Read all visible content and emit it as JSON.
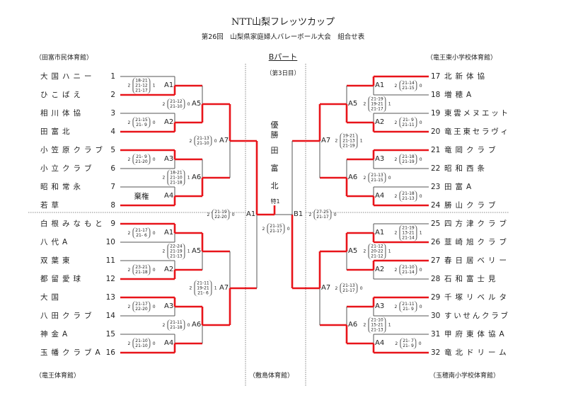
{
  "header": {
    "title": "NTT山梨フレッツカップ",
    "subtitle": "第26回　山梨県家庭婦人バレーボール大会　組合せ表",
    "part": "Bパート",
    "day": "（第3日目）"
  },
  "venues": {
    "top_left": "（田富市民体育館）",
    "top_right": "（竜王東小学校体育館）",
    "bottom_left": "（竜王体育館）",
    "bottom_center": "（敷島体育館）",
    "bottom_right": "（玉穂南小学校体育館）"
  },
  "champion": {
    "label_1": "優",
    "label_2": "勝",
    "name_chars": [
      "田",
      "富",
      "北"
    ],
    "seed": "特1"
  },
  "colors": {
    "winner_line": "#e8141a",
    "line": "#555555"
  },
  "quarters": [
    {
      "side": "left",
      "teams": [
        {
          "num": "1",
          "name": "大国ハニー"
        },
        {
          "num": "2",
          "name": "ひこばえ"
        },
        {
          "num": "3",
          "name": "相川体協"
        },
        {
          "num": "4",
          "name": "田富北"
        },
        {
          "num": "5",
          "name": "小笠原クラブ"
        },
        {
          "num": "6",
          "name": "小立クラブ"
        },
        {
          "num": "7",
          "name": "昭和常永"
        },
        {
          "num": "8",
          "name": "若草"
        }
      ],
      "matches": {
        "A1": {
          "label": "A1",
          "winner": "bottom",
          "won": "2",
          "lost": "1",
          "sets": [
            "18-21",
            "21-12",
            "21-17"
          ]
        },
        "A2": {
          "label": "A2",
          "winner": "bottom",
          "won": "2",
          "lost": "0",
          "sets": [
            "21-15",
            "21- 9"
          ]
        },
        "A3": {
          "label": "A3",
          "winner": "top",
          "won": "2",
          "lost": "0",
          "sets": [
            "21- 9",
            "21-20"
          ]
        },
        "A4": {
          "label": "A4",
          "winner": "bottom",
          "text": "棄権"
        },
        "A5": {
          "label": "A5",
          "winner": "bottom",
          "won": "2",
          "lost": "0",
          "sets": [
            "21-12",
            "21-10"
          ]
        },
        "A6": {
          "label": "A6",
          "winner": "bottom",
          "won": "2",
          "lost": "1",
          "sets": [
            "18-21",
            "21-10",
            "21-18"
          ]
        },
        "A7": {
          "label": "A7",
          "winner": "top",
          "won": "2",
          "lost": "0",
          "sets": [
            "21-13",
            "21-10"
          ]
        }
      }
    },
    {
      "side": "left",
      "teams": [
        {
          "num": "9",
          "name": "白根みなもと"
        },
        {
          "num": "10",
          "name": "八代A"
        },
        {
          "num": "11",
          "name": "双葉東"
        },
        {
          "num": "12",
          "name": "都留愛球"
        },
        {
          "num": "13",
          "name": "大国"
        },
        {
          "num": "14",
          "name": "八田クラブ"
        },
        {
          "num": "15",
          "name": "神金A"
        },
        {
          "num": "16",
          "name": "玉幡クラブA"
        }
      ],
      "matches": {
        "A1": {
          "label": "A1",
          "winner": "top",
          "won": "2",
          "lost": "0",
          "sets": [
            "21-17",
            "21- 6"
          ]
        },
        "A2": {
          "label": "A2",
          "winner": "bottom",
          "won": "2",
          "lost": "0",
          "sets": [
            "23-21",
            "21-18"
          ]
        },
        "A3": {
          "label": "A3",
          "winner": "top",
          "won": "2",
          "lost": "0",
          "sets": [
            "21-17",
            "22-20"
          ]
        },
        "A4": {
          "label": "A4",
          "winner": "bottom",
          "won": "2",
          "lost": "0",
          "sets": [
            "21-10",
            "21-10"
          ]
        },
        "A5": {
          "label": "A5",
          "winner": "top",
          "won": "2",
          "lost": "1",
          "sets": [
            "22-24",
            "21-19",
            "21-13"
          ]
        },
        "A6": {
          "label": "A6",
          "winner": "top",
          "won": "2",
          "lost": "0",
          "sets": [
            "21-11",
            "21-18"
          ]
        },
        "A7": {
          "label": "A7",
          "winner": "bottom",
          "won": "2",
          "lost": "1",
          "sets": [
            "21-11",
            "19-21",
            "21- 6"
          ]
        }
      }
    },
    {
      "side": "right",
      "teams": [
        {
          "num": "17",
          "name": "北新体協"
        },
        {
          "num": "18",
          "name": "増穂A"
        },
        {
          "num": "19",
          "name": "東雲メヌエット"
        },
        {
          "num": "20",
          "name": "竜王東セラヴィ"
        },
        {
          "num": "21",
          "name": "竜岡クラブ"
        },
        {
          "num": "22",
          "name": "昭和西条"
        },
        {
          "num": "23",
          "name": "田富A"
        },
        {
          "num": "24",
          "name": "勝山クラブ"
        }
      ],
      "matches": {
        "A1": {
          "label": "A1",
          "winner": "top",
          "won": "2",
          "lost": "0",
          "sets": [
            "21-14",
            "21-15"
          ]
        },
        "A2": {
          "label": "A2",
          "winner": "bottom",
          "won": "2",
          "lost": "0",
          "sets": [
            "21- 9",
            "21-11"
          ]
        },
        "A3": {
          "label": "A3",
          "winner": "top",
          "won": "2",
          "lost": "0",
          "sets": [
            "21-18",
            "21-19"
          ]
        },
        "A4": {
          "label": "A4",
          "winner": "bottom",
          "won": "2",
          "lost": "0",
          "sets": [
            "21-18",
            "21-13"
          ]
        },
        "A5": {
          "label": "A5",
          "winner": "bottom",
          "won": "2",
          "lost": "1",
          "sets": [
            "21-19",
            "19-21",
            "21-17"
          ]
        },
        "A6": {
          "label": "A6",
          "winner": "bottom",
          "won": "2",
          "lost": "0",
          "sets": [
            "21-13",
            "21-15"
          ]
        },
        "A7": {
          "label": "A7",
          "winner": "top",
          "won": "2",
          "lost": "1",
          "sets": [
            "19-21",
            "21-13",
            "21-19"
          ]
        }
      }
    },
    {
      "side": "right",
      "teams": [
        {
          "num": "25",
          "name": "四方津クラブ"
        },
        {
          "num": "26",
          "name": "韮崎旭クラブ"
        },
        {
          "num": "27",
          "name": "春日居ベリー"
        },
        {
          "num": "28",
          "name": "石和富士見"
        },
        {
          "num": "29",
          "name": "千塚リベルタ"
        },
        {
          "num": "30",
          "name": "すいせんクラブ"
        },
        {
          "num": "31",
          "name": "甲府東体協A"
        },
        {
          "num": "32",
          "name": "竜北ドリーム"
        }
      ],
      "matches": {
        "A1": {
          "label": "A1",
          "winner": "bottom",
          "won": "2",
          "lost": "1",
          "sets": [
            "21-19",
            "13-21",
            "21-14"
          ]
        },
        "A2": {
          "label": "A2",
          "winner": "top",
          "won": "2",
          "lost": "0",
          "sets": [
            "21-10",
            "21-14"
          ]
        },
        "A3": {
          "label": "A3",
          "winner": "top",
          "won": "2",
          "lost": "0",
          "sets": [
            "21-11",
            "21- 9"
          ]
        },
        "A4": {
          "label": "A4",
          "winner": "bottom",
          "won": "2",
          "lost": "0",
          "sets": [
            "21- 7",
            "21- 9"
          ]
        },
        "A5": {
          "label": "A5",
          "winner": "top",
          "won": "2",
          "lost": "1",
          "sets": [
            "21-12",
            "20-22",
            "21-12"
          ]
        },
        "A6": {
          "label": "A6",
          "winner": "bottom",
          "won": "2",
          "lost": "1",
          "sets": [
            "21-10",
            "15-21",
            "21-13"
          ]
        },
        "A7": {
          "label": "A7",
          "winner": "top",
          "won": "2",
          "lost": "0",
          "sets": [
            "21-13",
            "21-17"
          ]
        }
      }
    }
  ],
  "semis": {
    "left": {
      "label": "A1",
      "winner": "top",
      "won": "2",
      "lost": "0",
      "sets": [
        "21-19",
        "22-20"
      ]
    },
    "right": {
      "label": "B1",
      "winner": "bottom",
      "won": "2",
      "lost": "0",
      "sets": [
        "27-25",
        "21-17"
      ]
    }
  },
  "final": {
    "winner": "left",
    "won": "2",
    "lost": "0",
    "sets": [
      "21-15",
      "21-17"
    ]
  }
}
